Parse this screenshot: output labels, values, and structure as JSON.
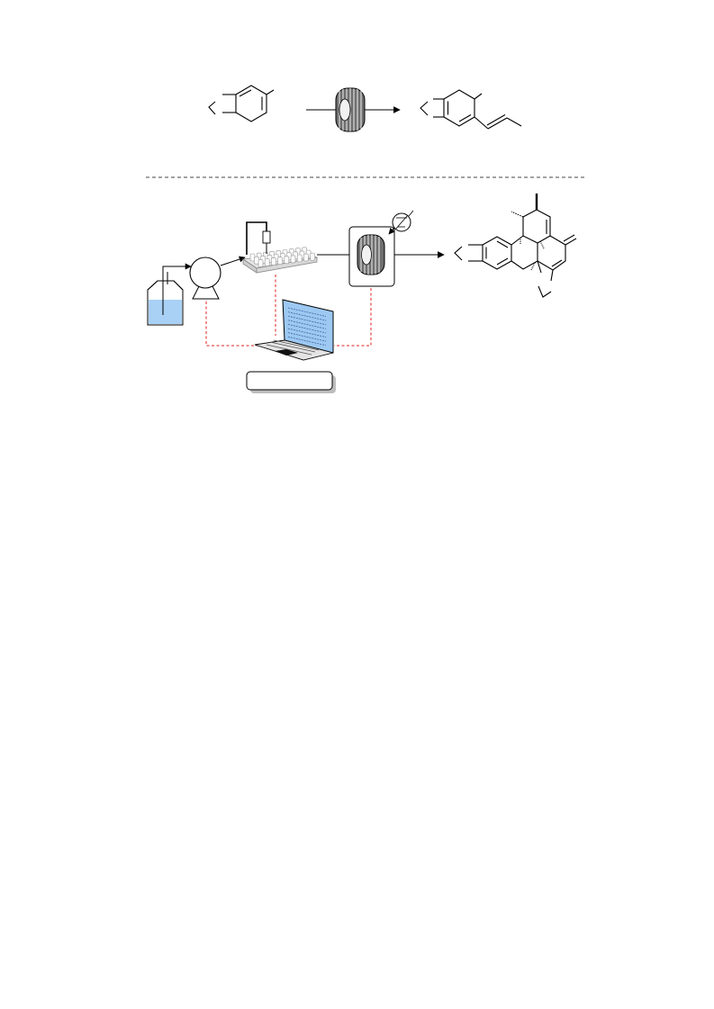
{
  "figure": {
    "top_scheme": {
      "starting_material": "substituted-arene",
      "reactor": "coil-flow-reactor",
      "product": "propenyl-arene"
    },
    "bottom_scheme": {
      "reservoir": "reagent-bottle",
      "pump": "pump",
      "autosampler": "well-plate-autosampler",
      "reactor": "coil-reactor",
      "light_source": "lamp",
      "controller": "laptop",
      "control_label": "",
      "product": "polycyclic-product"
    },
    "colors": {
      "line": "#000000",
      "coil": "#6e6e6e",
      "coil_core": "#f2f2f2",
      "liquid": "#a9d1f5",
      "screen": "#9cc8f2",
      "control_link": "#e02020",
      "divider": "#444444",
      "keyboard": "#c9c9c9"
    },
    "icons": {
      "reactor": "coil-icon",
      "pump": "pump-icon",
      "lamp": "lamp-icon",
      "laptop": "laptop-icon",
      "bottle": "bottle-icon",
      "plate": "well-plate-icon"
    }
  }
}
